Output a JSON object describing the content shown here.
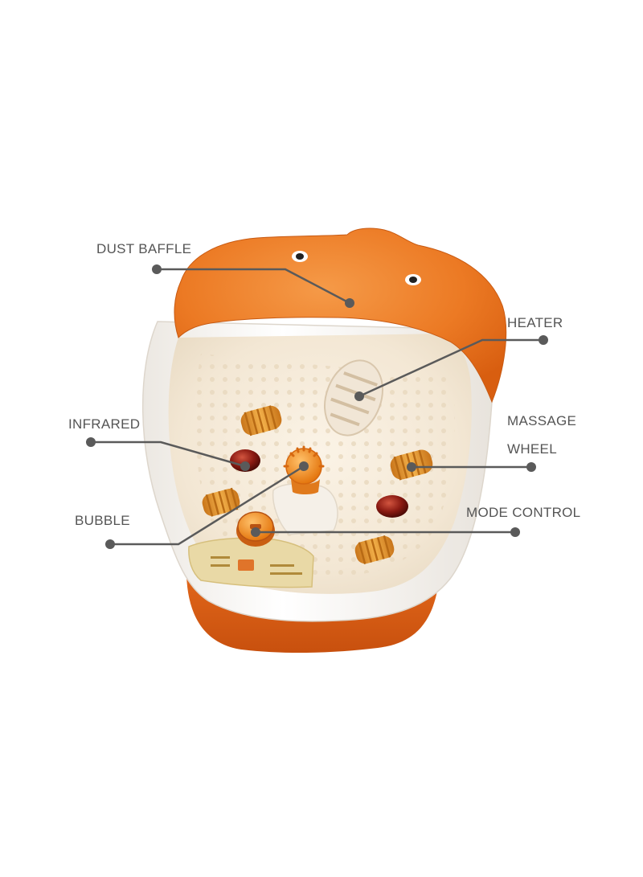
{
  "diagram": {
    "callouts": {
      "dust_baffle": "DUST BAFFLE",
      "heater": "HEATER",
      "massage_wheel_line1": "MASSAGE",
      "massage_wheel_line2": "WHEEL",
      "infrared": "INFRARED",
      "bubble": "BUBBLE",
      "mode_control": "MODE CONTROL"
    },
    "colors": {
      "shell_orange": "#E8711C",
      "basin_white": "#FAF7F2",
      "basin_cream": "#F5E9D6",
      "roller_amber": "#E89A2A",
      "infrared_red": "#8A1A12",
      "leader_gray": "#5A5A5A",
      "label_gray": "#555555"
    }
  }
}
